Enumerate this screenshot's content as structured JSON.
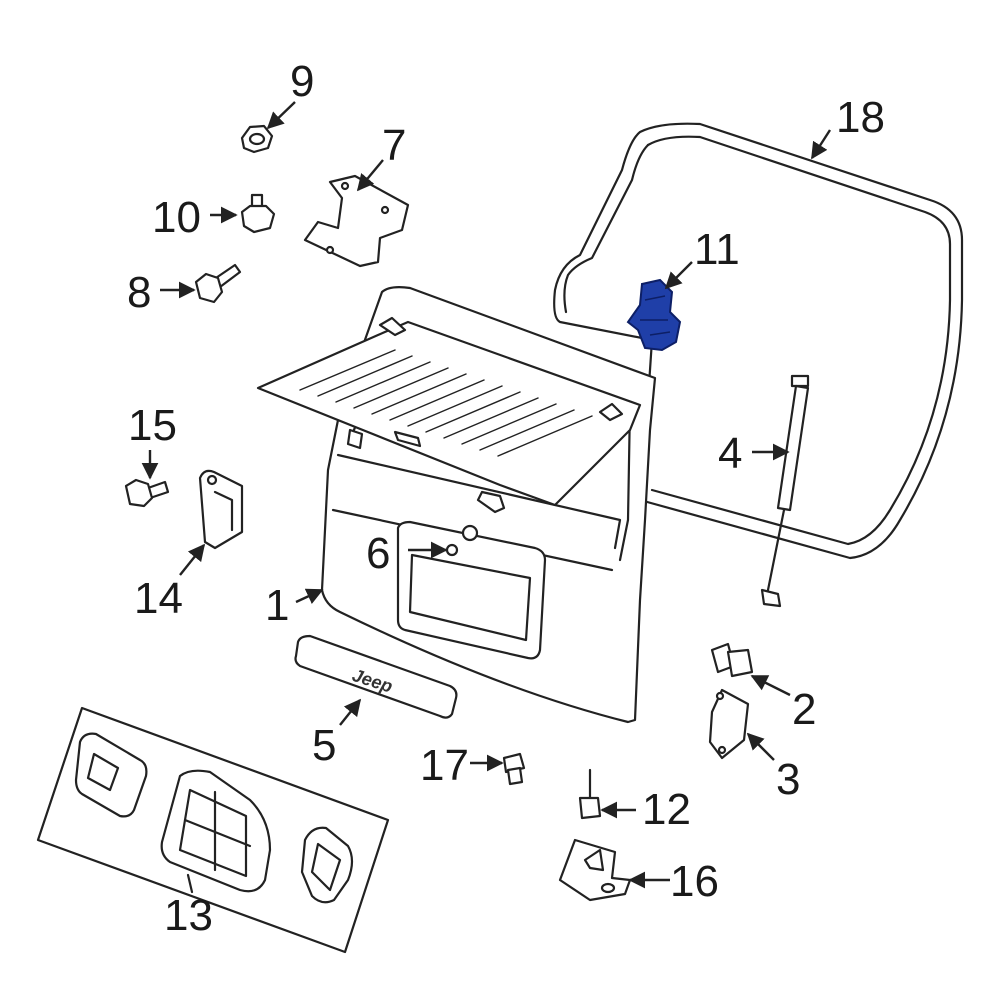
{
  "diagram": {
    "callouts": [
      {
        "id": "1",
        "text": "1"
      },
      {
        "id": "2",
        "text": "2"
      },
      {
        "id": "3",
        "text": "3"
      },
      {
        "id": "4",
        "text": "4"
      },
      {
        "id": "5",
        "text": "5"
      },
      {
        "id": "6",
        "text": "6"
      },
      {
        "id": "7",
        "text": "7"
      },
      {
        "id": "8",
        "text": "8"
      },
      {
        "id": "9",
        "text": "9"
      },
      {
        "id": "10",
        "text": "10"
      },
      {
        "id": "11",
        "text": "11"
      },
      {
        "id": "12",
        "text": "12"
      },
      {
        "id": "13",
        "text": "13"
      },
      {
        "id": "14",
        "text": "14"
      },
      {
        "id": "15",
        "text": "15"
      },
      {
        "id": "16",
        "text": "16"
      },
      {
        "id": "17",
        "text": "17"
      },
      {
        "id": "18",
        "text": "18"
      }
    ],
    "emblem_text": "Jeep",
    "highlight_part": "11",
    "colors": {
      "line": "#222222",
      "highlight": "#1f3fa8",
      "background": "#ffffff"
    }
  }
}
